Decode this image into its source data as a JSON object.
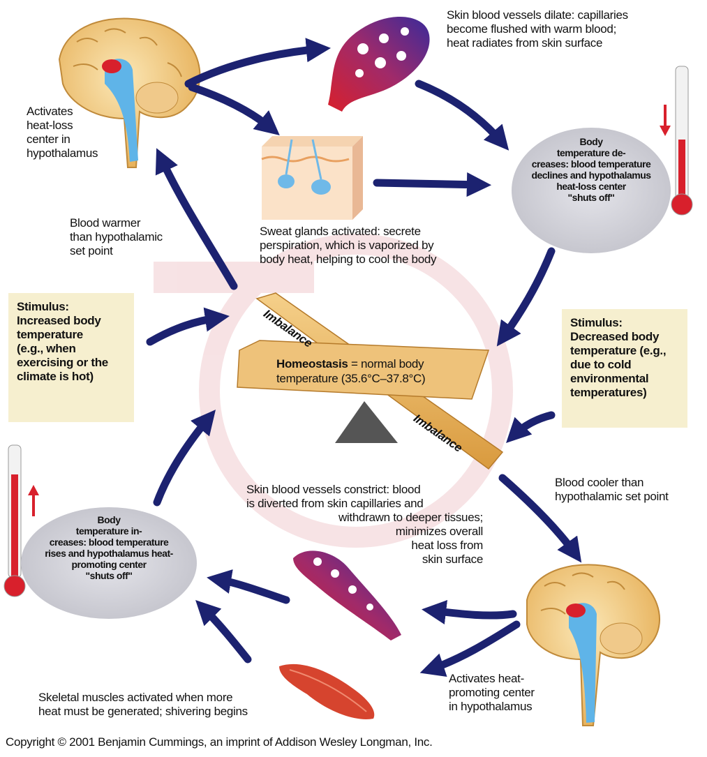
{
  "texts": {
    "heat_loss_center": "Activates\nheat-loss\ncenter in\nhypothalamus",
    "vessels_dilate": "Skin blood vessels dilate: capillaries\nbecome flushed with warm blood;\nheat radiates from skin surface",
    "blood_warmer": "Blood warmer\nthan hypothalamic\nset point",
    "sweat_glands": "Sweat glands activated: secrete\nperspiration, which is vaporized by\nbody heat, helping to cool the body",
    "temp_decreases": "Body\ntemperature de-\ncreases: blood temperature\ndeclines and hypothalamus\nheat-loss center\n\"shuts off\"",
    "stimulus_increased": "Stimulus:\nIncreased body\ntemperature\n(e.g., when\nexercising or the\nclimate is hot)",
    "stimulus_decreased": "Stimulus:\nDecreased body\ntemperature (e.g.,\ndue to cold\nenvironmental\ntemperatures)",
    "imbalance_top": "Imbalance",
    "imbalance_bottom": "Imbalance",
    "homeostasis_bold": "Homeostasis",
    "homeostasis_rest": " = normal body",
    "homeostasis_line2": "temperature (35.6°C–37.8°C)",
    "blood_cooler": "Blood cooler than\nhypothalamic set point",
    "vessels_constrict": "Skin blood vessels constrict: blood\nis diverted from skin capillaries and",
    "vessels_constrict_2": "withdrawn to deeper tissues;\nminimizes overall\nheat loss from\nskin surface",
    "temp_increases": "Body\ntemperature in-\ncreases: blood temperature\nrises and hypothalamus heat-\npromoting center\n\"shuts off\"",
    "muscles": "Skeletal muscles activated when more\nheat must be generated; shivering begins",
    "heat_promoting_center": "Activates heat-\npromoting center\nin hypothalamus",
    "copyright": "Copyright © 2001 Benjamin Cummings, an imprint of Addison Wesley Longman, Inc."
  },
  "colors": {
    "arrow": "#1c2270",
    "stimulus_bg": "#f6efcf",
    "beam": "#e8b864",
    "thermometer_red": "#d8202c",
    "watermark": "#c0182a"
  },
  "icons": {
    "brain_top": "brain-icon",
    "brain_bottom": "brain-icon",
    "vessels_dilated": "capillary-network-icon",
    "vessels_constricted": "capillary-network-icon",
    "skin": "skin-sweat-gland-icon",
    "muscle": "muscle-icon",
    "thermometer_down": "thermometer-icon",
    "thermometer_up": "thermometer-icon",
    "seesaw": "seesaw-balance-icon"
  }
}
